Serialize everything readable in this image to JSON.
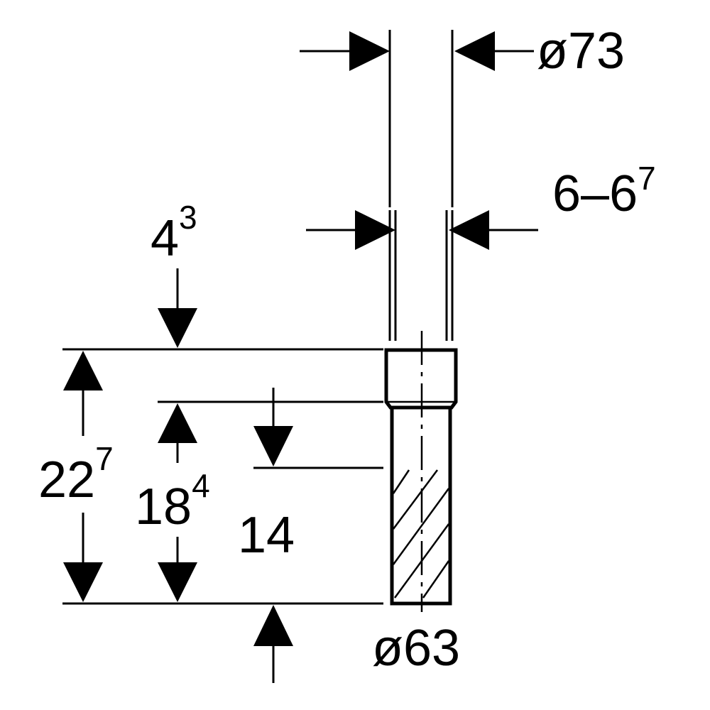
{
  "dimensions": {
    "outer_diameter": {
      "symbol": "ø",
      "value": "73"
    },
    "wall_range": {
      "main": "6–6",
      "sup": "7"
    },
    "socket_depth": {
      "main": "4",
      "sup": "3"
    },
    "total_length": {
      "main": "22",
      "sup": "7"
    },
    "pipe_length": {
      "main": "18",
      "sup": "4"
    },
    "insertion_depth": {
      "main": "14"
    },
    "inner_diameter": {
      "symbol": "ø",
      "value": "63"
    }
  },
  "colors": {
    "line": "#000000",
    "background": "#ffffff"
  }
}
